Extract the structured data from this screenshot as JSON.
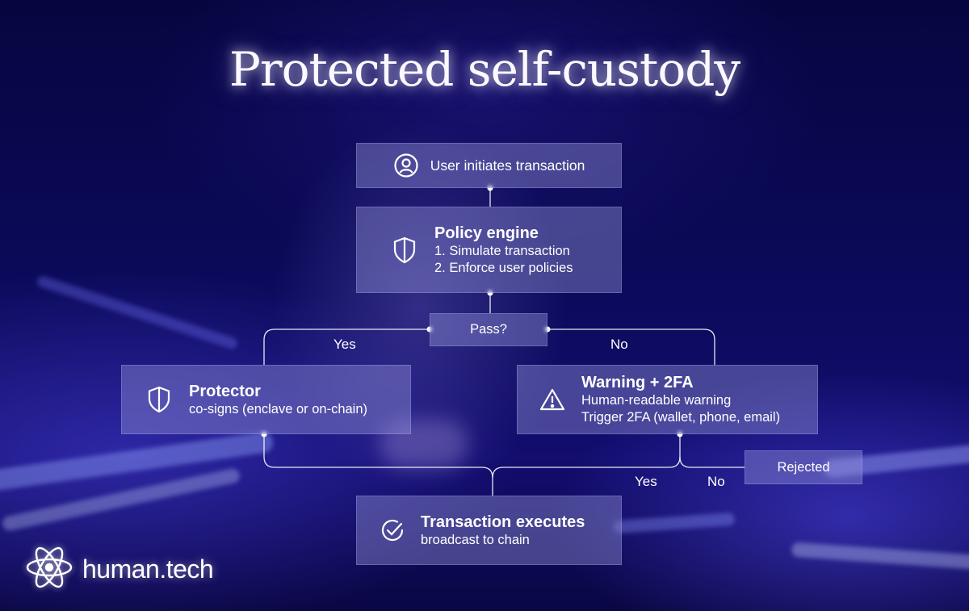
{
  "title": "Protected self-custody",
  "nodes": {
    "initiate": {
      "label": "User initiates transaction",
      "icon": "user-icon"
    },
    "policy": {
      "heading": "Policy engine",
      "lines": [
        "1. Simulate transaction",
        "2. Enforce user policies"
      ],
      "icon": "shield-icon"
    },
    "pass": {
      "label": "Pass?"
    },
    "protector": {
      "heading": "Protector",
      "line": "co-signs (enclave or on-chain)",
      "icon": "shield-icon"
    },
    "warning": {
      "heading": "Warning + 2FA",
      "lines": [
        "Human-readable warning",
        "Trigger 2FA (wallet, phone, email)"
      ],
      "icon": "warning-icon"
    },
    "rejected": {
      "label": "Rejected"
    },
    "executes": {
      "heading": "Transaction executes",
      "line": "broadcast to chain",
      "icon": "check-circle-icon"
    }
  },
  "edge_labels": {
    "pass_yes": "Yes",
    "pass_no": "No",
    "twofa_yes": "Yes",
    "twofa_no": "No"
  },
  "brand": {
    "name": "human.tech",
    "icon": "human-tech-logo-icon"
  },
  "colors": {
    "node_fill": "#9696dc",
    "line": "#ffffff",
    "background": "#0b0a5a"
  }
}
